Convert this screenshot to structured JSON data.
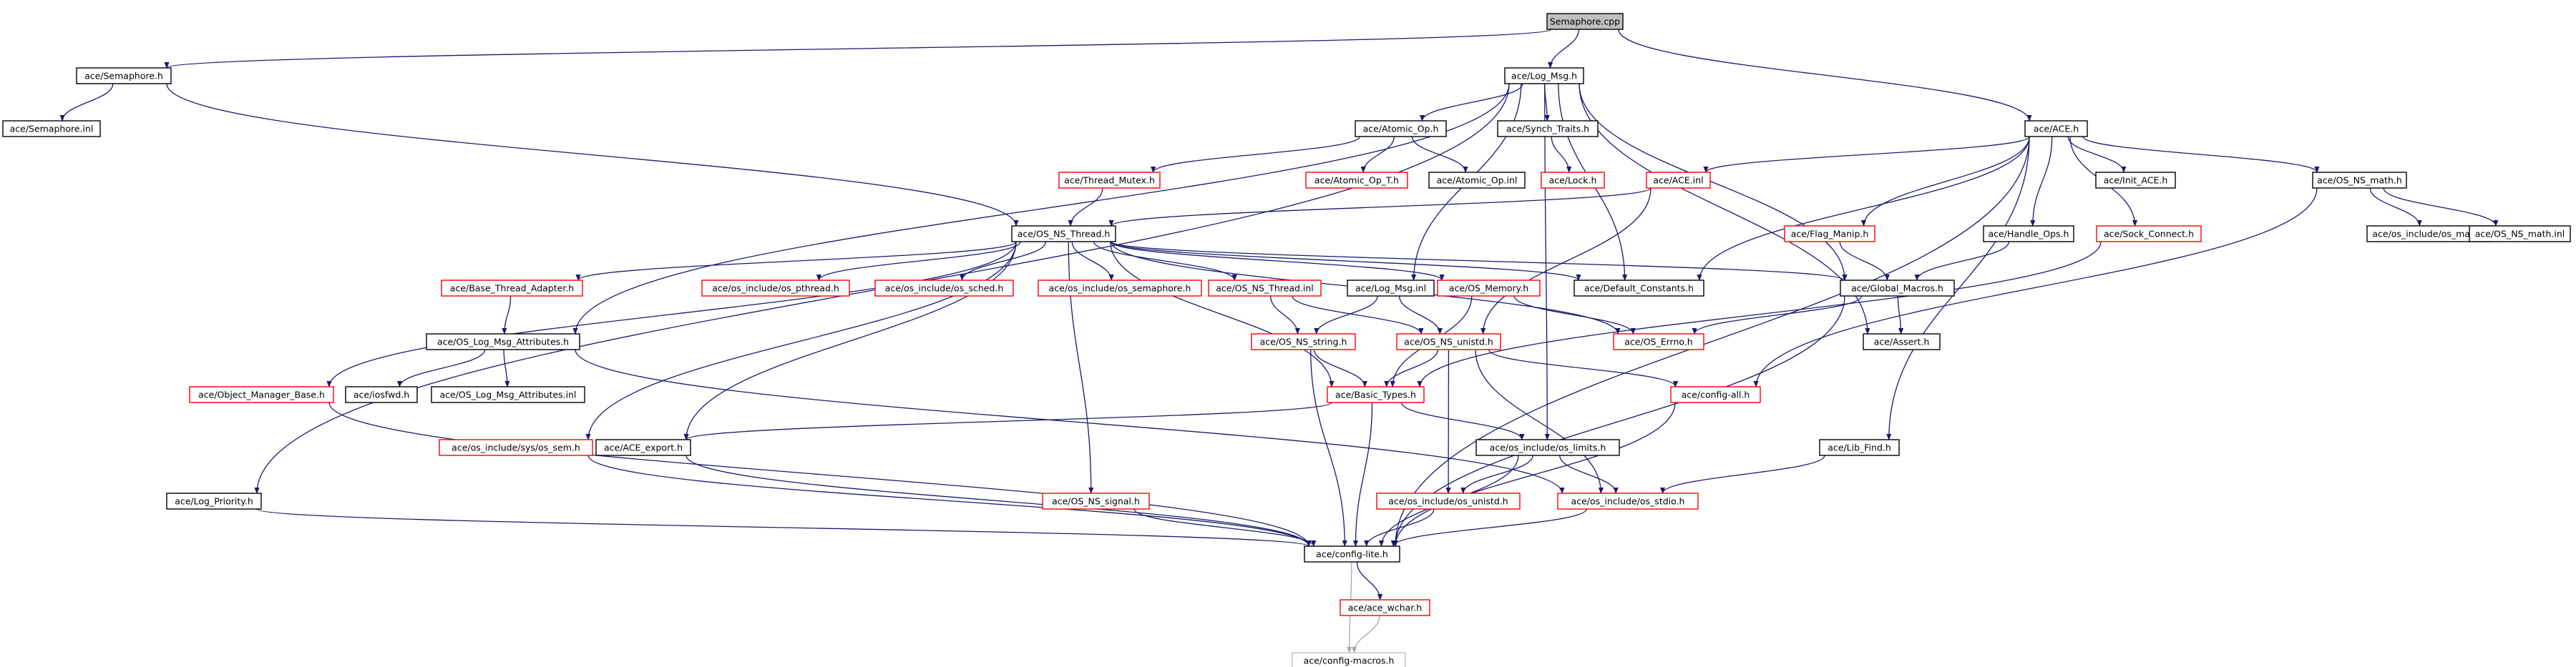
{
  "diagram": {
    "root": "Semaphore.cpp",
    "colors": {
      "root_fill": "#bfbfbf",
      "node_border": "#000000",
      "missing_border": "#ff0000",
      "plain_border": "#bfbfbf",
      "edge": "#191970",
      "edge_light": "#a9a9a9"
    },
    "nodes": [
      {
        "id": "semaphore_cpp",
        "label": "Semaphore.cpp",
        "style": "root"
      },
      {
        "id": "semaphore_h",
        "label": "ace/Semaphore.h",
        "style": "normal"
      },
      {
        "id": "log_msg_h",
        "label": "ace/Log_Msg.h",
        "style": "normal"
      },
      {
        "id": "ace_h",
        "label": "ace/ACE.h",
        "style": "normal"
      },
      {
        "id": "semaphore_inl",
        "label": "ace/Semaphore.inl",
        "style": "normal"
      },
      {
        "id": "atomic_op_h",
        "label": "ace/Atomic_Op.h",
        "style": "normal"
      },
      {
        "id": "synch_traits_h",
        "label": "ace/Synch_Traits.h",
        "style": "normal"
      },
      {
        "id": "thread_mutex_h",
        "label": "ace/Thread_Mutex.h",
        "style": "missing"
      },
      {
        "id": "atomic_op_t_h",
        "label": "ace/Atomic_Op_T.h",
        "style": "missing"
      },
      {
        "id": "atomic_op_inl",
        "label": "ace/Atomic_Op.inl",
        "style": "normal"
      },
      {
        "id": "lock_h",
        "label": "ace/Lock.h",
        "style": "missing"
      },
      {
        "id": "ace_inl",
        "label": "ace/ACE.inl",
        "style": "missing"
      },
      {
        "id": "init_ace_h",
        "label": "ace/Init_ACE.h",
        "style": "normal"
      },
      {
        "id": "os_ns_math_h",
        "label": "ace/OS_NS_math.h",
        "style": "normal"
      },
      {
        "id": "os_ns_thread_h",
        "label": "ace/OS_NS_Thread.h",
        "style": "normal"
      },
      {
        "id": "flag_manip_h",
        "label": "ace/Flag_Manip.h",
        "style": "missing"
      },
      {
        "id": "handle_ops_h",
        "label": "ace/Handle_Ops.h",
        "style": "normal"
      },
      {
        "id": "sock_connect_h",
        "label": "ace/Sock_Connect.h",
        "style": "missing"
      },
      {
        "id": "os_include_os_math_h",
        "label": "ace/os_include/os_math.h",
        "style": "normal"
      },
      {
        "id": "os_ns_math_inl",
        "label": "ace/OS_NS_math.inl",
        "style": "normal"
      },
      {
        "id": "base_thread_adapter_h",
        "label": "ace/Base_Thread_Adapter.h",
        "style": "missing"
      },
      {
        "id": "os_include_os_pthread_h",
        "label": "ace/os_include/os_pthread.h",
        "style": "missing"
      },
      {
        "id": "os_include_os_sched_h",
        "label": "ace/os_include/os_sched.h",
        "style": "missing"
      },
      {
        "id": "os_include_os_semaphore_h",
        "label": "ace/os_include/os_semaphore.h",
        "style": "missing"
      },
      {
        "id": "os_ns_thread_inl",
        "label": "ace/OS_NS_Thread.inl",
        "style": "missing"
      },
      {
        "id": "log_msg_inl",
        "label": "ace/Log_Msg.inl",
        "style": "normal"
      },
      {
        "id": "os_memory_h",
        "label": "ace/OS_Memory.h",
        "style": "missing"
      },
      {
        "id": "default_constants_h",
        "label": "ace/Default_Constants.h",
        "style": "normal"
      },
      {
        "id": "global_macros_h",
        "label": "ace/Global_Macros.h",
        "style": "normal"
      },
      {
        "id": "os_log_msg_attributes_h",
        "label": "ace/OS_Log_Msg_Attributes.h",
        "style": "normal"
      },
      {
        "id": "os_ns_string_h",
        "label": "ace/OS_NS_string.h",
        "style": "missing"
      },
      {
        "id": "os_ns_unistd_h",
        "label": "ace/OS_NS_unistd.h",
        "style": "missing"
      },
      {
        "id": "os_errno_h",
        "label": "ace/OS_Errno.h",
        "style": "missing"
      },
      {
        "id": "assert_h",
        "label": "ace/Assert.h",
        "style": "normal"
      },
      {
        "id": "object_manager_base_h",
        "label": "ace/Object_Manager_Base.h",
        "style": "missing"
      },
      {
        "id": "iosfwd_h",
        "label": "ace/iosfwd.h",
        "style": "normal"
      },
      {
        "id": "os_log_msg_attributes_inl",
        "label": "ace/OS_Log_Msg_Attributes.inl",
        "style": "normal"
      },
      {
        "id": "basic_types_h",
        "label": "ace/Basic_Types.h",
        "style": "missing"
      },
      {
        "id": "config_all_h",
        "label": "ace/config-all.h",
        "style": "missing"
      },
      {
        "id": "os_include_sys_os_sem_h",
        "label": "ace/os_include/sys/os_sem.h",
        "style": "missing"
      },
      {
        "id": "ace_export_h",
        "label": "ace/ACE_export.h",
        "style": "normal"
      },
      {
        "id": "os_include_os_limits_h",
        "label": "ace/os_include/os_limits.h",
        "style": "normal"
      },
      {
        "id": "lib_find_h",
        "label": "ace/Lib_Find.h",
        "style": "normal"
      },
      {
        "id": "log_priority_h",
        "label": "ace/Log_Priority.h",
        "style": "normal"
      },
      {
        "id": "os_ns_signal_h",
        "label": "ace/OS_NS_signal.h",
        "style": "missing"
      },
      {
        "id": "os_include_os_unistd_h",
        "label": "ace/os_include/os_unistd.h",
        "style": "missing"
      },
      {
        "id": "os_include_os_stdio_h",
        "label": "ace/os_include/os_stdio.h",
        "style": "missing"
      },
      {
        "id": "config_lite_h",
        "label": "ace/config-lite.h",
        "style": "normal"
      },
      {
        "id": "ace_wchar_h",
        "label": "ace/ace_wchar.h",
        "style": "missing"
      },
      {
        "id": "config_macros_h",
        "label": "ace/config-macros.h",
        "style": "plain"
      }
    ],
    "edges": [
      [
        "semaphore_cpp",
        "semaphore_h"
      ],
      [
        "semaphore_cpp",
        "log_msg_h"
      ],
      [
        "semaphore_cpp",
        "ace_h"
      ],
      [
        "semaphore_h",
        "semaphore_inl"
      ],
      [
        "semaphore_h",
        "os_ns_thread_h"
      ],
      [
        "log_msg_h",
        "atomic_op_h"
      ],
      [
        "log_msg_h",
        "synch_traits_h"
      ],
      [
        "log_msg_h",
        "log_msg_inl"
      ],
      [
        "log_msg_h",
        "default_constants_h"
      ],
      [
        "log_msg_h",
        "global_macros_h"
      ],
      [
        "log_msg_h",
        "os_log_msg_attributes_h"
      ],
      [
        "log_msg_h",
        "log_priority_h"
      ],
      [
        "log_msg_h",
        "assert_h"
      ],
      [
        "log_msg_h",
        "os_include_os_limits_h"
      ],
      [
        "atomic_op_h",
        "thread_mutex_h"
      ],
      [
        "atomic_op_h",
        "atomic_op_t_h"
      ],
      [
        "atomic_op_h",
        "atomic_op_inl"
      ],
      [
        "synch_traits_h",
        "lock_h"
      ],
      [
        "thread_mutex_h",
        "os_ns_thread_h"
      ],
      [
        "ace_h",
        "ace_inl"
      ],
      [
        "ace_h",
        "init_ace_h"
      ],
      [
        "ace_h",
        "os_ns_math_h"
      ],
      [
        "ace_h",
        "flag_manip_h"
      ],
      [
        "ace_h",
        "handle_ops_h"
      ],
      [
        "ace_h",
        "sock_connect_h"
      ],
      [
        "ace_h",
        "default_constants_h"
      ],
      [
        "ace_h",
        "lib_find_h"
      ],
      [
        "ace_h",
        "config_lite_h"
      ],
      [
        "ace_inl",
        "os_ns_thread_h"
      ],
      [
        "ace_inl",
        "os_ns_unistd_h"
      ],
      [
        "os_ns_math_h",
        "os_include_os_math_h"
      ],
      [
        "os_ns_math_h",
        "os_ns_math_inl"
      ],
      [
        "os_ns_math_h",
        "config_all_h"
      ],
      [
        "flag_manip_h",
        "global_macros_h"
      ],
      [
        "handle_ops_h",
        "global_macros_h"
      ],
      [
        "sock_connect_h",
        "basic_types_h"
      ],
      [
        "os_ns_thread_h",
        "base_thread_adapter_h"
      ],
      [
        "os_ns_thread_h",
        "os_include_os_pthread_h"
      ],
      [
        "os_ns_thread_h",
        "os_include_os_sched_h"
      ],
      [
        "os_ns_thread_h",
        "os_include_os_semaphore_h"
      ],
      [
        "os_ns_thread_h",
        "os_ns_thread_inl"
      ],
      [
        "os_ns_thread_h",
        "os_memory_h"
      ],
      [
        "os_ns_thread_h",
        "default_constants_h"
      ],
      [
        "os_ns_thread_h",
        "global_macros_h"
      ],
      [
        "os_ns_thread_h",
        "object_manager_base_h"
      ],
      [
        "os_ns_thread_h",
        "os_include_sys_os_sem_h"
      ],
      [
        "os_ns_thread_h",
        "ace_export_h"
      ],
      [
        "os_ns_thread_h",
        "basic_types_h"
      ],
      [
        "os_ns_thread_h",
        "os_ns_signal_h"
      ],
      [
        "os_ns_thread_h",
        "os_errno_h"
      ],
      [
        "base_thread_adapter_h",
        "os_log_msg_attributes_h"
      ],
      [
        "os_log_msg_attributes_h",
        "iosfwd_h"
      ],
      [
        "os_log_msg_attributes_h",
        "os_log_msg_attributes_inl"
      ],
      [
        "os_log_msg_attributes_h",
        "os_include_os_stdio_h"
      ],
      [
        "os_ns_thread_inl",
        "os_ns_string_h"
      ],
      [
        "os_ns_thread_inl",
        "os_ns_unistd_h"
      ],
      [
        "log_msg_inl",
        "os_ns_string_h"
      ],
      [
        "log_msg_inl",
        "os_ns_unistd_h"
      ],
      [
        "os_memory_h",
        "os_errno_h"
      ],
      [
        "os_memory_h",
        "basic_types_h"
      ],
      [
        "global_macros_h",
        "assert_h"
      ],
      [
        "global_macros_h",
        "os_errno_h"
      ],
      [
        "global_macros_h",
        "config_lite_h"
      ],
      [
        "os_ns_string_h",
        "basic_types_h"
      ],
      [
        "os_ns_string_h",
        "config_lite_h"
      ],
      [
        "os_ns_unistd_h",
        "basic_types_h"
      ],
      [
        "os_ns_unistd_h",
        "config_all_h"
      ],
      [
        "os_ns_unistd_h",
        "os_include_os_unistd_h"
      ],
      [
        "os_ns_unistd_h",
        "os_include_os_stdio_h"
      ],
      [
        "basic_types_h",
        "ace_export_h"
      ],
      [
        "basic_types_h",
        "os_include_os_limits_h"
      ],
      [
        "basic_types_h",
        "config_lite_h"
      ],
      [
        "object_manager_base_h",
        "config_lite_h"
      ],
      [
        "os_include_sys_os_sem_h",
        "config_lite_h"
      ],
      [
        "ace_export_h",
        "config_lite_h"
      ],
      [
        "os_include_os_limits_h",
        "os_include_os_unistd_h"
      ],
      [
        "os_include_os_limits_h",
        "os_include_os_stdio_h"
      ],
      [
        "os_include_os_limits_h",
        "config_lite_h"
      ],
      [
        "lib_find_h",
        "os_include_os_stdio_h"
      ],
      [
        "log_priority_h",
        "config_lite_h"
      ],
      [
        "os_ns_signal_h",
        "config_lite_h"
      ],
      [
        "os_include_os_unistd_h",
        "config_lite_h"
      ],
      [
        "os_include_os_stdio_h",
        "config_lite_h"
      ],
      [
        "config_all_h",
        "config_lite_h"
      ],
      [
        "config_lite_h",
        "ace_wchar_h"
      ],
      [
        "config_lite_h",
        "config_macros_h"
      ],
      [
        "ace_wchar_h",
        "config_macros_h"
      ]
    ]
  }
}
